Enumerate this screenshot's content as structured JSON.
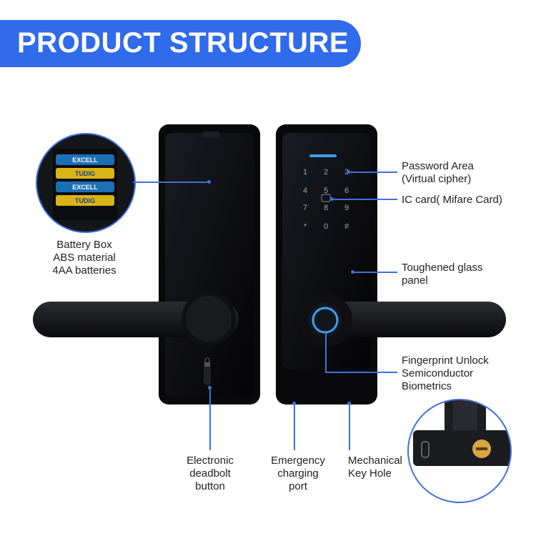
{
  "title": "PRODUCT STRUCTURE",
  "labels": {
    "battery": [
      "Battery Box",
      "ABS material",
      "4AA batteries"
    ],
    "password": [
      "Password Area",
      "(Virtual cipher)"
    ],
    "ic_card": "IC card( Mifare Card)",
    "glass": [
      "Toughened glass",
      "panel"
    ],
    "fingerprint": [
      "Fingerprint Unlock",
      "Semiconductor",
      "Biometrics"
    ],
    "deadbolt": [
      "Electronic",
      "deadbolt",
      "button"
    ],
    "charging": [
      "Emergency",
      "charging",
      "port"
    ],
    "keyhole": [
      "Mechanical",
      "Key Hole"
    ]
  },
  "battery_text": [
    "EXCELL",
    "TUDIG",
    "EXCELL",
    "TUDIG"
  ],
  "keypad": [
    "1",
    "2",
    "3",
    "4",
    "5",
    "6",
    "7",
    "8",
    "9",
    "*",
    "0",
    "#"
  ],
  "colors": {
    "accent": "#2f6bea",
    "device": "#0a0a0c",
    "led": "#3aa0ff",
    "label": "#222222"
  }
}
